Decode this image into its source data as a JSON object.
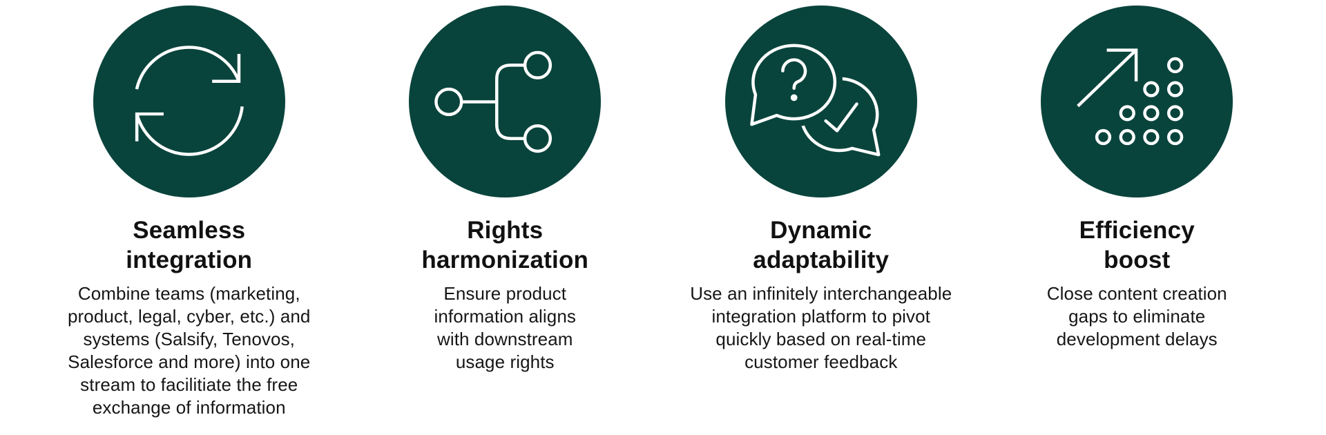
{
  "theme": {
    "background": "#ffffff",
    "circle_color": "#09443c",
    "icon_stroke": "#ffffff",
    "heading_color": "#111111",
    "body_color": "#161616"
  },
  "features": [
    {
      "icon": "sync-arrows-icon",
      "heading": "Seamless\nintegration",
      "description": "Combine teams (marketing,\nproduct, legal, cyber, etc.) and\nsystems (Salsify, Tenovos,\nSalesforce and more) into one\nstream to facilitiate the free\nexchange of information"
    },
    {
      "icon": "branch-nodes-icon",
      "heading": "Rights\nharmonization",
      "description": "Ensure product\ninformation aligns\nwith downstream\nusage rights"
    },
    {
      "icon": "chat-bubbles-icon",
      "heading": "Dynamic\nadaptability",
      "description": "Use an infinitely interchangeable\nintegration platform to pivot\nquickly based on real-time\ncustomer feedback"
    },
    {
      "icon": "growth-arrow-dots-icon",
      "heading": "Efficiency\nboost",
      "description": "Close content creation\ngaps to eliminate\ndevelopment delays"
    }
  ]
}
